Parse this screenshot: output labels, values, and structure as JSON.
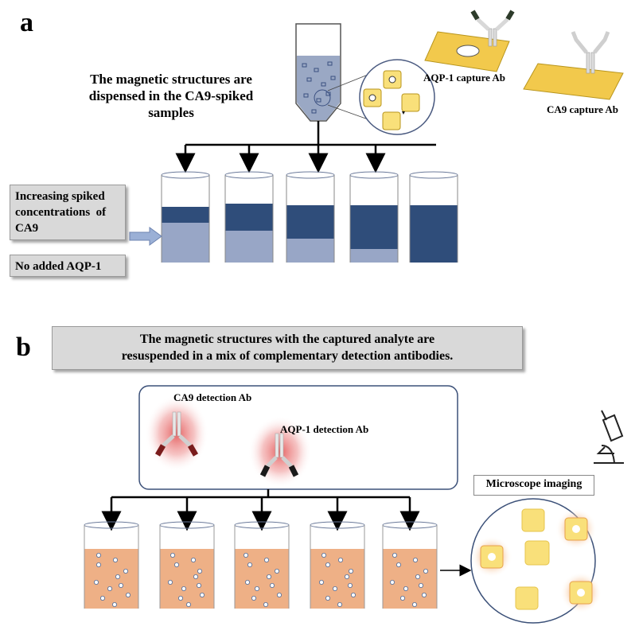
{
  "panel_a": {
    "letter": "a",
    "dispense_text_lines": [
      "The magnetic structures are",
      "dispensed in the CA9-spiked",
      "samples"
    ],
    "aqp1_capture_label": "AQP-1 capture Ab",
    "ca9_capture_label": "CA9 capture Ab",
    "increasing_label_lines": [
      "Increasing spiked",
      "concentrations  of",
      "CA9"
    ],
    "no_added_label": "No added AQP-1"
  },
  "panel_b": {
    "letter": "b",
    "resuspend_text_lines": [
      "The magnetic structures with the captured analyte are",
      "resuspended in a mix of complementary detection antibodies."
    ],
    "ca9_detection_label": "CA9 detection Ab",
    "aqp1_detection_label": "AQP-1 detection Ab",
    "microscope_label": "Microscope imaging"
  },
  "colors": {
    "gold": "#f2c94c",
    "gold_border": "#b8951d",
    "dark_blue": "#2f4d7a",
    "light_blue": "#98a6c6",
    "tan": "#eeb086",
    "pale_yellow": "#f9e07a",
    "red_glow": "#e04444",
    "dark_red": "#7a1c1c",
    "gray_box": "#d9d9d9"
  },
  "icons": [
    "microscope-icon",
    "arrow-icon",
    "antibody-icon"
  ]
}
